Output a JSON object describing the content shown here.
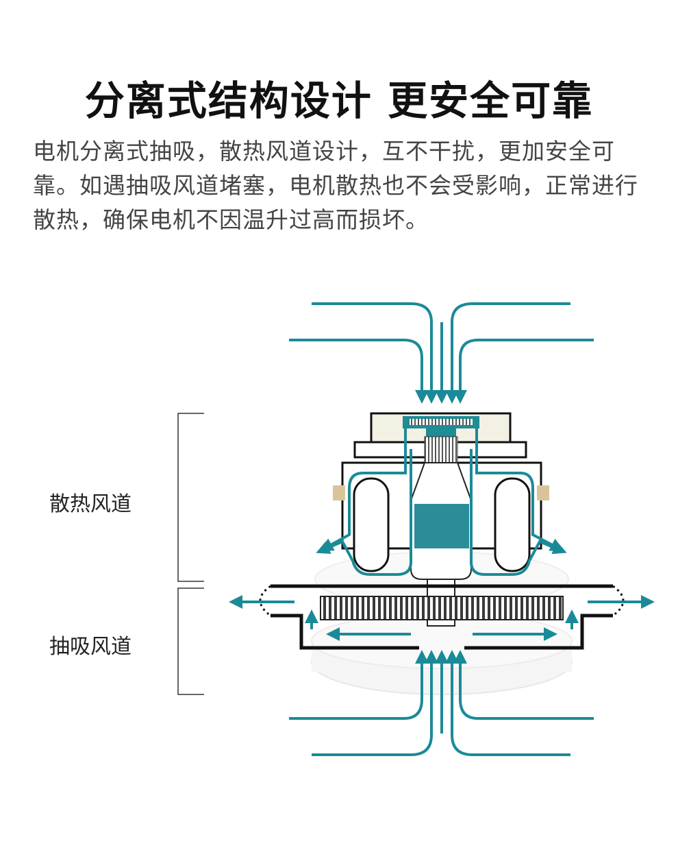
{
  "heading": "分离式结构设计 更安全可靠",
  "description": "电机分离式抽吸，散热风道设计，互不干扰，更加安全可靠。如遇抽吸风道堵塞，电机散热也不会受影响，正常进行散热，确保电机不因温升过高而损坏。",
  "labels": {
    "heat_channel": "散热风道",
    "suction_channel": "抽吸风道"
  },
  "colors": {
    "airflow": "#1a8a98",
    "outline": "#111111",
    "motor_body": "#f3f0e4",
    "teal_block": "#2b8d98"
  }
}
